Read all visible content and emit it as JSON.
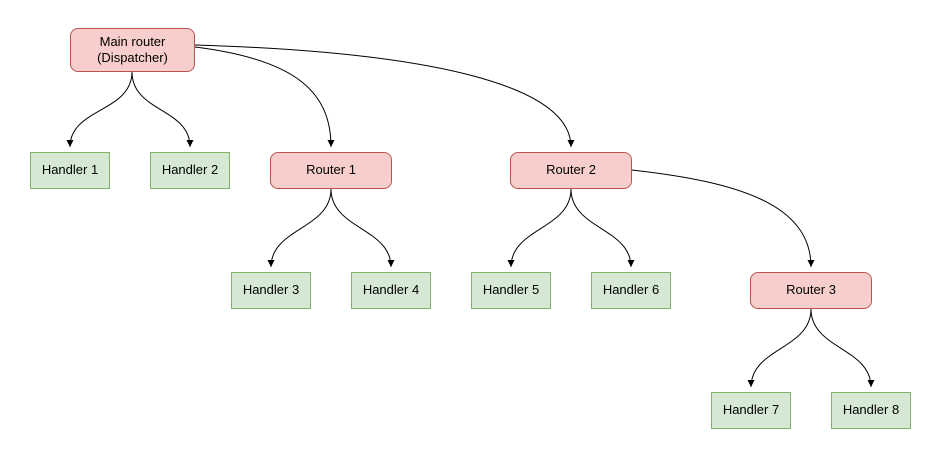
{
  "diagram": {
    "type": "tree-flowchart",
    "nodes": {
      "main": {
        "label": "Main router\n(Dispatcher)",
        "kind": "router"
      },
      "router1": {
        "label": "Router 1",
        "kind": "router"
      },
      "router2": {
        "label": "Router 2",
        "kind": "router"
      },
      "router3": {
        "label": "Router 3",
        "kind": "router"
      },
      "handler1": {
        "label": "Handler 1",
        "kind": "handler"
      },
      "handler2": {
        "label": "Handler 2",
        "kind": "handler"
      },
      "handler3": {
        "label": "Handler 3",
        "kind": "handler"
      },
      "handler4": {
        "label": "Handler 4",
        "kind": "handler"
      },
      "handler5": {
        "label": "Handler 5",
        "kind": "handler"
      },
      "handler6": {
        "label": "Handler 6",
        "kind": "handler"
      },
      "handler7": {
        "label": "Handler 7",
        "kind": "handler"
      },
      "handler8": {
        "label": "Handler 8",
        "kind": "handler"
      }
    },
    "edges": [
      {
        "from": "main",
        "to": "handler1"
      },
      {
        "from": "main",
        "to": "handler2"
      },
      {
        "from": "main",
        "to": "router1"
      },
      {
        "from": "main",
        "to": "router2"
      },
      {
        "from": "router1",
        "to": "handler3"
      },
      {
        "from": "router1",
        "to": "handler4"
      },
      {
        "from": "router2",
        "to": "handler5"
      },
      {
        "from": "router2",
        "to": "handler6"
      },
      {
        "from": "router2",
        "to": "router3"
      },
      {
        "from": "router3",
        "to": "handler7"
      },
      {
        "from": "router3",
        "to": "handler8"
      }
    ]
  },
  "colors": {
    "router_fill": "#f8cecc",
    "router_stroke": "#b85450",
    "handler_fill": "#d5e8d4",
    "handler_stroke": "#82b366",
    "edge_stroke": "#000000",
    "background": "#ffffff"
  }
}
